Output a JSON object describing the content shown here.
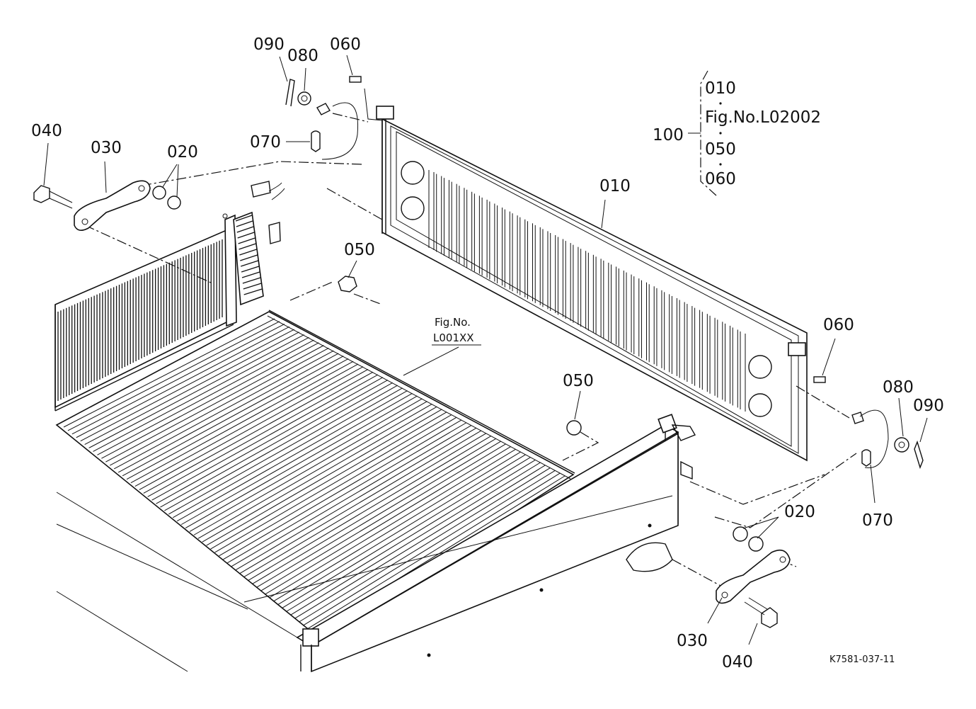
{
  "labels": {
    "p090_top": "090",
    "p080_top": "080",
    "p060_top": "060",
    "p040_left": "040",
    "p030_left": "030",
    "p020_left": "020",
    "p070_left": "070",
    "p010": "010",
    "p050_mid": "050",
    "p050_low": "050",
    "p060_right": "060",
    "p080_right": "080",
    "p090_right": "090",
    "p070_right": "070",
    "p020_right": "020",
    "p030_right": "030",
    "p040_right": "040"
  },
  "assembly": {
    "number": "100",
    "items": [
      "010",
      "Fig.No.L02002",
      "050",
      "060"
    ]
  },
  "fig_ref": {
    "line1": "Fig.No.",
    "line2": "L001XX"
  },
  "drawing_code": "K7581-037-11"
}
